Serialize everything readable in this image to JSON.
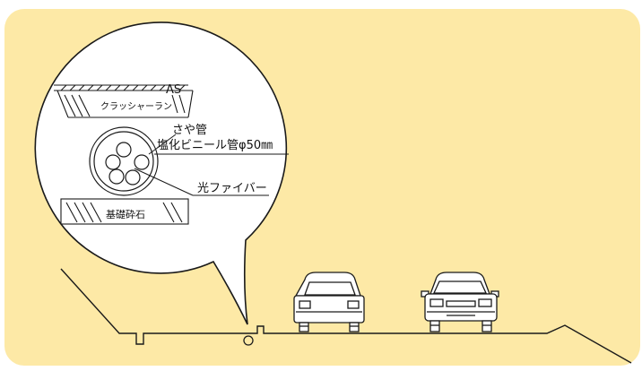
{
  "diagram": {
    "labels": {
      "asphalt": "AS",
      "crusher_run": "クラッシャーラン",
      "sheath_pipe": "さや管",
      "pvc_pipe": "塩化ビニール管φ50㎜",
      "optical_fiber": "光ファイバー",
      "base_gravel": "基礎砕石"
    },
    "colors": {
      "background_panel": "#fde9a6",
      "lines": "#1a1a1a",
      "bubble_fill": "#ffffff",
      "car_fill": "#ffffff"
    }
  }
}
